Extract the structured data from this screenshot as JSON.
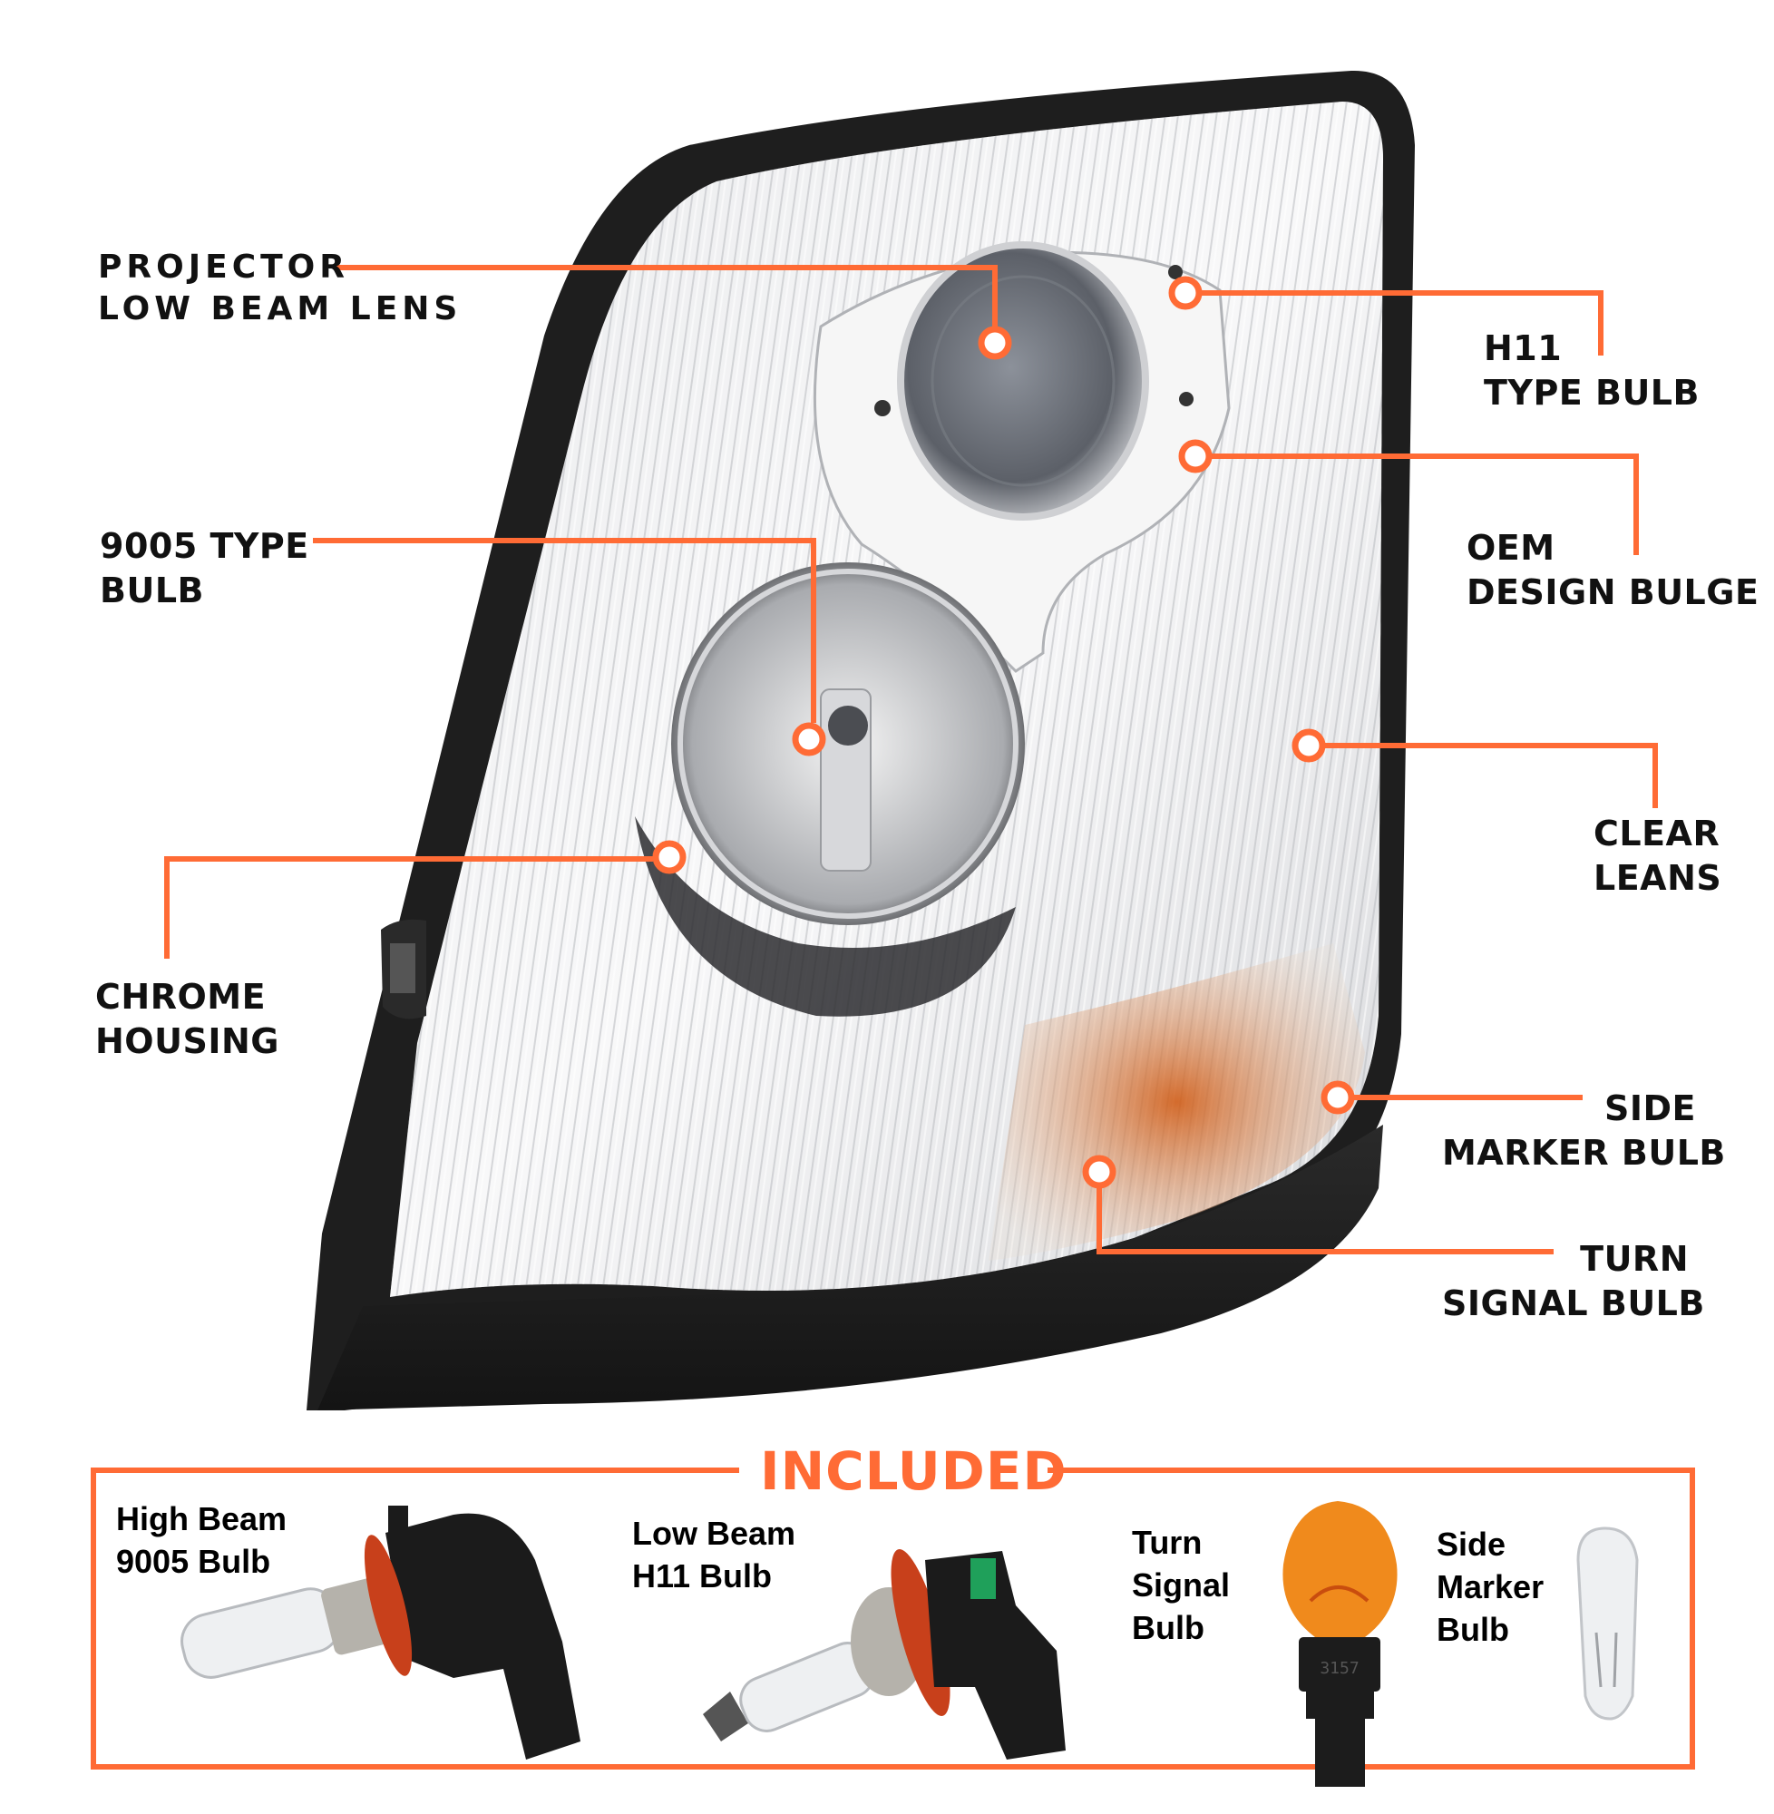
{
  "colors": {
    "accent": "#ff6b35",
    "text": "#111111",
    "background": "#ffffff",
    "housing_black": "#1e1e1e",
    "amber": "#f08a1c"
  },
  "callouts": [
    {
      "id": "projector",
      "lines": [
        "PROJECTOR",
        "LOW BEAM LENS"
      ]
    },
    {
      "id": "h11",
      "lines": [
        "H11",
        "TYPE BULB"
      ]
    },
    {
      "id": "oem",
      "lines": [
        "OEM",
        "DESIGN BULGE"
      ]
    },
    {
      "id": "b9005",
      "lines": [
        "9005 TYPE",
        "BULB"
      ]
    },
    {
      "id": "clear",
      "lines": [
        "CLEAR",
        "LEANS"
      ]
    },
    {
      "id": "chrome",
      "lines": [
        "CHROME",
        "HOUSING"
      ]
    },
    {
      "id": "side",
      "lines": [
        "SIDE",
        "MARKER BULB"
      ]
    },
    {
      "id": "turn",
      "lines": [
        "TURN",
        "SIGNAL BULB"
      ]
    }
  ],
  "included": {
    "title": "INCLUDED",
    "items": [
      {
        "icon": "9005-bulb-icon",
        "lines": [
          "High Beam",
          "9005 Bulb"
        ]
      },
      {
        "icon": "h11-bulb-icon",
        "lines": [
          "Low Beam",
          "H11 Bulb"
        ]
      },
      {
        "icon": "3157-bulb-icon",
        "lines": [
          "Turn",
          "Signal",
          "Bulb"
        ],
        "bulb_marking": "3157"
      },
      {
        "icon": "wedge-bulb-icon",
        "lines": [
          "Side",
          "Marker",
          "Bulb"
        ]
      }
    ]
  }
}
